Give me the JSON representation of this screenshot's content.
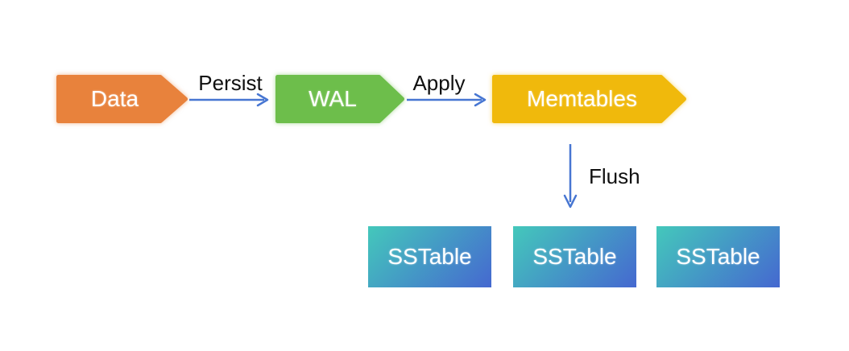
{
  "diagram": {
    "canvas_background": "#FFFFFF",
    "arrow_color": "#4776D2",
    "nodes": {
      "data": {
        "label": "Data",
        "color": "#E8823C"
      },
      "wal": {
        "label": "WAL",
        "color": "#6DBE4B"
      },
      "memtables": {
        "label": "Memtables",
        "color": "#F0B90C"
      },
      "sstables": [
        {
          "label": "SSTable"
        },
        {
          "label": "SSTable"
        },
        {
          "label": "SSTable"
        }
      ],
      "sstable_gradient_from": "#44C8BB",
      "sstable_gradient_to": "#4568D0"
    },
    "edges": {
      "persist": {
        "label": "Persist"
      },
      "apply": {
        "label": "Apply"
      },
      "flush": {
        "label": "Flush"
      }
    }
  }
}
